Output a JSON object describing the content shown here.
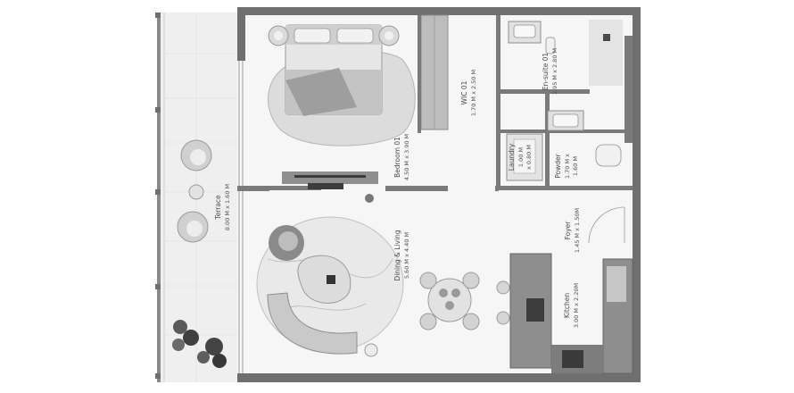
{
  "rooms": {
    "terrace": {
      "name": "Terrace",
      "dims": "8.00 M x 1.60 M"
    },
    "bedroom": {
      "name": "Bedroom 01",
      "dims": "4.50 M x 3.90 M"
    },
    "wic": {
      "name": "WIC 01",
      "dims": "1.70 M x 2.50 M"
    },
    "ensuite": {
      "name": "En-suite 01",
      "dims": "1.95 M x 2.80 M"
    },
    "laundry": {
      "name": "Laundry",
      "dims1": "1.00 M",
      "dims2": "x 0.80 M"
    },
    "powder": {
      "name": "Powder",
      "dims1": "1.70 M x",
      "dims2": "1.60 M"
    },
    "dining": {
      "name": "Dining & Living",
      "dims": "5.60 M x 4.40 M"
    },
    "foyer": {
      "name": "Foyer",
      "dims": "1.45 M x 1.50M"
    },
    "kitchen": {
      "name": "Kitchen",
      "dims": "3.00 M x 2.20M"
    }
  },
  "colors": {
    "wall": "#6f6f6f",
    "floor": "#f6f6f6",
    "terrace_floor": "#efefef",
    "furniture": "#bdbdbd",
    "dark_furniture": "#555555"
  }
}
